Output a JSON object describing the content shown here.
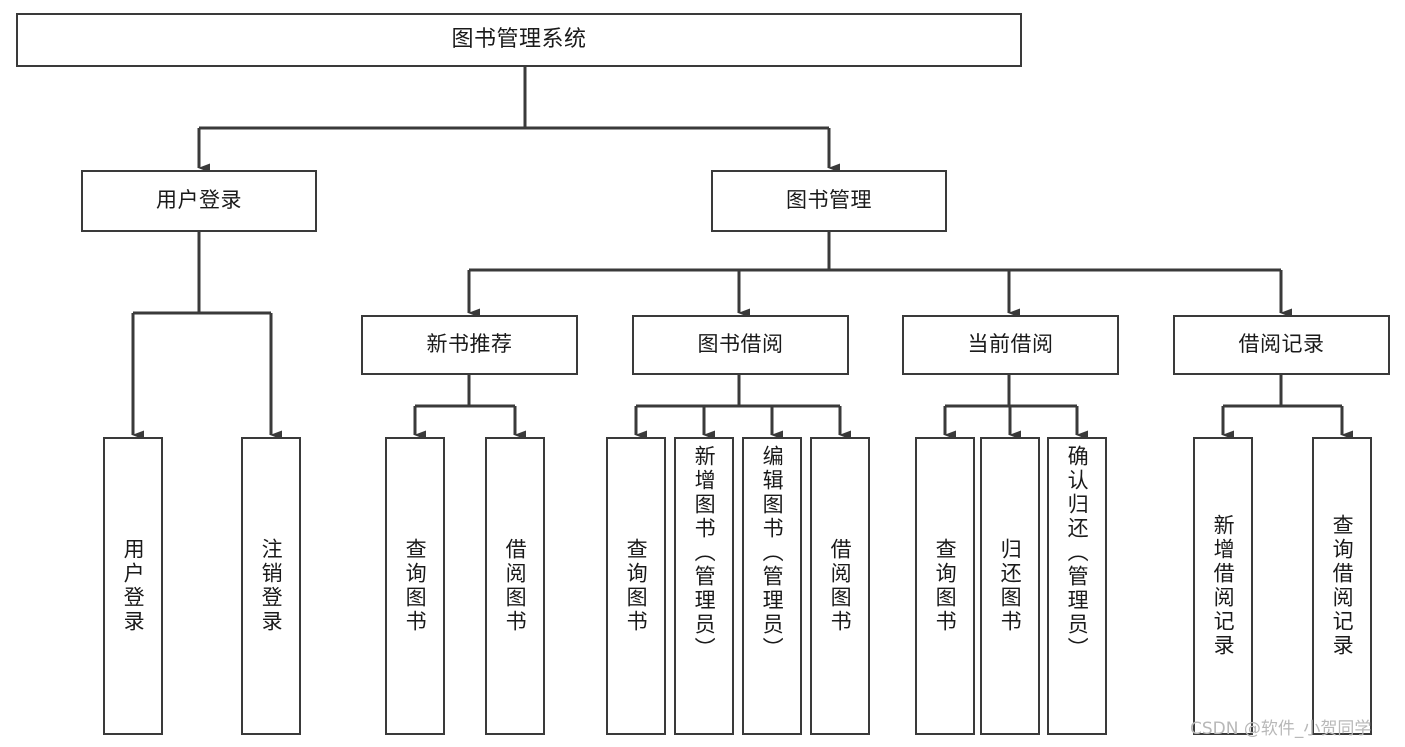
{
  "diagram": {
    "title": "图书管理系统",
    "type": "tree",
    "orientation": "top-down",
    "colors": {
      "box_border": "#3a3a3a",
      "box_fill": "#ffffff",
      "edge": "#3a3a3a",
      "text": "#1a1a1a",
      "watermark": "#b8b8b8",
      "background": "#ffffff"
    },
    "watermark": "CSDN @软件_小贺同学",
    "nodes": {
      "root": {
        "label": "图书管理系统"
      },
      "tier1": [
        {
          "id": "user-login",
          "label": "用户登录"
        },
        {
          "id": "book-manage",
          "label": "图书管理"
        }
      ],
      "tier2": [
        {
          "id": "new-book-recommend",
          "label": "新书推荐"
        },
        {
          "id": "book-borrow",
          "label": "图书借阅"
        },
        {
          "id": "current-borrow",
          "label": "当前借阅"
        },
        {
          "id": "borrow-record",
          "label": "借阅记录"
        }
      ],
      "leaves": {
        "user-login": [
          {
            "id": "leaf-user-login",
            "label": "用户登录",
            "centered": true
          },
          {
            "id": "leaf-logout",
            "label": "注销登录",
            "centered": true
          }
        ],
        "new-book-recommend": [
          {
            "id": "leaf-query-book-1",
            "label": "查询图书",
            "centered": true
          },
          {
            "id": "leaf-borrow-book-1",
            "label": "借阅图书",
            "centered": true
          }
        ],
        "book-borrow": [
          {
            "id": "leaf-query-book-2",
            "label": "查询图书",
            "centered": true
          },
          {
            "id": "leaf-add-book",
            "label": "新增图书（管理员）",
            "centered": false
          },
          {
            "id": "leaf-edit-book",
            "label": "编辑图书（管理员）",
            "centered": false
          },
          {
            "id": "leaf-borrow-book-2",
            "label": "借阅图书",
            "centered": true
          }
        ],
        "current-borrow": [
          {
            "id": "leaf-query-book-3",
            "label": "查询图书",
            "centered": true
          },
          {
            "id": "leaf-return-book",
            "label": "归还图书",
            "centered": true
          },
          {
            "id": "leaf-confirm-return",
            "label": "确认归还（管理员）",
            "centered": false
          }
        ],
        "borrow-record": [
          {
            "id": "leaf-add-record",
            "label": "新增借阅记录",
            "centered": true
          },
          {
            "id": "leaf-query-record",
            "label": "查询借阅记录",
            "centered": true
          }
        ]
      }
    }
  }
}
